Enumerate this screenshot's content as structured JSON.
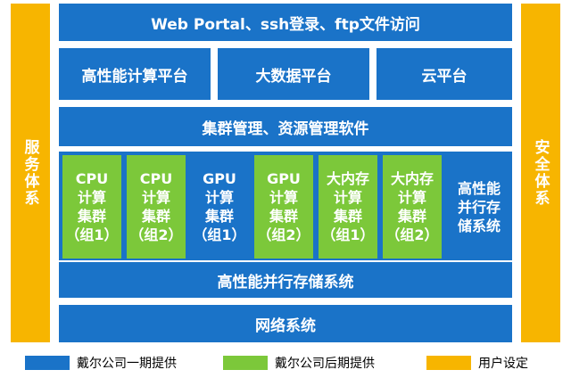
{
  "side_left": "服务体系",
  "side_right": "安全体系",
  "top_bar": "Web Portal、ssh登录、ftp文件访问",
  "platforms": [
    "高性能计算平台",
    "大数据平台",
    "云平台"
  ],
  "cluster_mgmt": "集群管理、资源管理软件",
  "clusters": [
    {
      "label": "CPU\n计算\n集群\n（组1）",
      "provider": "dell_later"
    },
    {
      "label": "CPU\n计算\n集群\n（组2）",
      "provider": "dell_later"
    },
    {
      "label": "GPU\n计算\n集群\n（组1）",
      "provider": "dell_phase1"
    },
    {
      "label": "GPU\n计算\n集群\n（组2）",
      "provider": "dell_later"
    },
    {
      "label": "大内存\n计算\n集群\n（组1）",
      "provider": "dell_later"
    },
    {
      "label": "大内存\n计算\n集群\n（组2）",
      "provider": "dell_later"
    }
  ],
  "parallel_storage_side": "高性能\n并行存\n储系统",
  "parallel_storage": "高性能并行存储系统",
  "network": "网络系统",
  "legend": [
    {
      "label": "戴尔公司一期提供",
      "color": "#1a73c8"
    },
    {
      "label": "戴尔公司后期提供",
      "color": "#7cc83a"
    },
    {
      "label": "用户设定",
      "color": "#f7b500"
    }
  ]
}
